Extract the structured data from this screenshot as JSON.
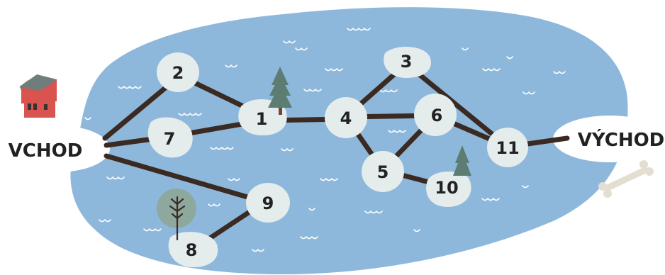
{
  "labels": {
    "entrance": "VCHOD",
    "exit": "VÝCHOD"
  },
  "stones": [
    {
      "id": "stone-1",
      "text": "1"
    },
    {
      "id": "stone-2",
      "text": "2"
    },
    {
      "id": "stone-3",
      "text": "3"
    },
    {
      "id": "stone-4",
      "text": "4"
    },
    {
      "id": "stone-5",
      "text": "5"
    },
    {
      "id": "stone-6",
      "text": "6"
    },
    {
      "id": "stone-7",
      "text": "7"
    },
    {
      "id": "stone-8",
      "text": "8"
    },
    {
      "id": "stone-9",
      "text": "9"
    },
    {
      "id": "stone-10",
      "text": "10"
    },
    {
      "id": "stone-11",
      "text": "11"
    }
  ],
  "connections": [
    [
      "VCHOD",
      "2"
    ],
    [
      "VCHOD",
      "7"
    ],
    [
      "VCHOD",
      "9"
    ],
    [
      "2",
      "1"
    ],
    [
      "7",
      "1"
    ],
    [
      "1",
      "4"
    ],
    [
      "4",
      "3"
    ],
    [
      "4",
      "6"
    ],
    [
      "4",
      "5"
    ],
    [
      "3",
      "11"
    ],
    [
      "6",
      "11"
    ],
    [
      "11",
      "VÝCHOD"
    ],
    [
      "5",
      "6"
    ],
    [
      "5",
      "10"
    ],
    [
      "9",
      "8"
    ]
  ],
  "icons": [
    "house-icon",
    "pine-tree-icon",
    "pine-tree-icon",
    "round-tree-icon",
    "bone-icon"
  ],
  "colors": {
    "water": "#8db8dc",
    "stone": "#e4ecec",
    "path": "#3a2a22",
    "land": "#ffffff",
    "tree_dark": "#5d7d72",
    "round_tree": "#8fa89e",
    "house_wall": "#d9534f",
    "house_roof": "#6f7d7b",
    "bone": "#e4ddd2"
  }
}
